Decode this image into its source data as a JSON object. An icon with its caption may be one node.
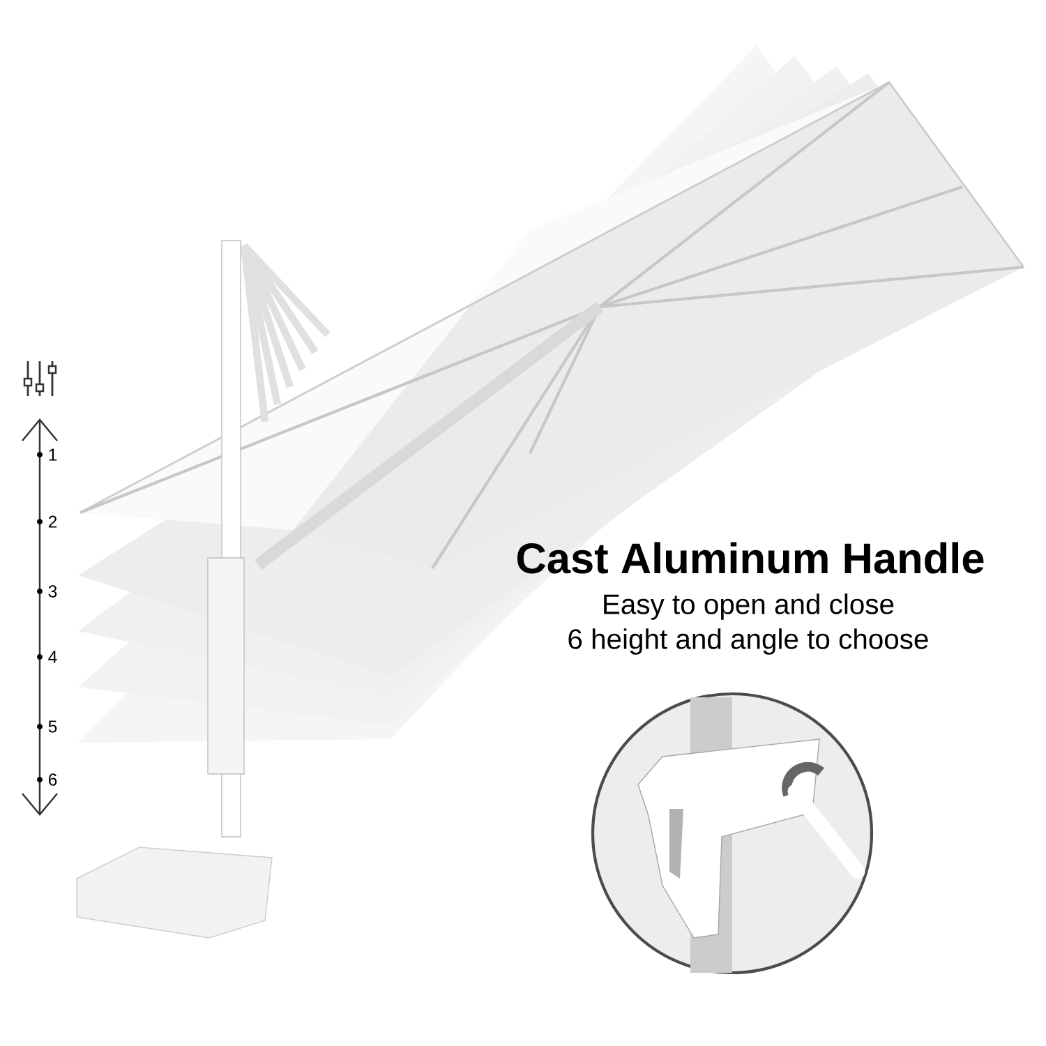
{
  "diagram": {
    "title": "Cast Aluminum Handle",
    "labels": [
      "Easy to open and close",
      "6 height and angle to choose",
      "1",
      "2",
      "3",
      "4",
      "5",
      "6"
    ]
  }
}
